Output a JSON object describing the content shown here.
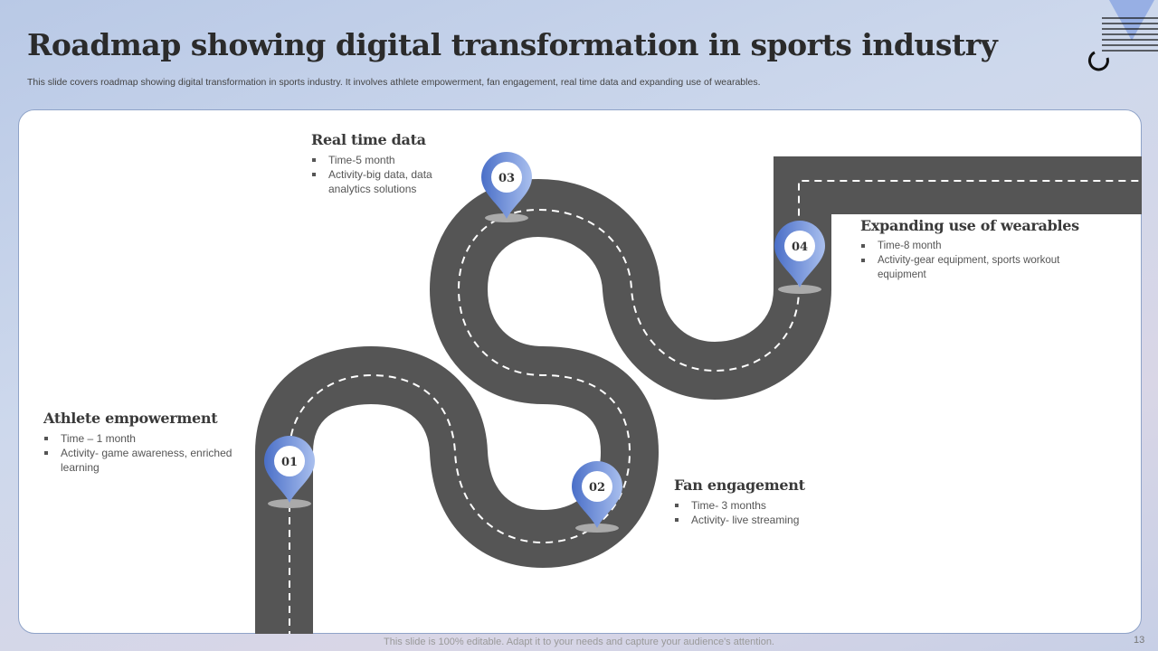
{
  "header": {
    "title": "Roadmap showing digital transformation in sports industry",
    "subtitle": "This slide covers roadmap showing digital transformation in sports industry. It involves athlete empowerment, fan engagement, real time data and expanding use of wearables."
  },
  "milestones": [
    {
      "number": "01",
      "title": "Athlete empowerment",
      "bullets": [
        "Time – 1 month",
        "Activity- game awareness, enriched learning"
      ]
    },
    {
      "number": "02",
      "title": "Fan engagement",
      "bullets": [
        "Time- 3 months",
        "Activity- live streaming"
      ]
    },
    {
      "number": "03",
      "title": "Real time data",
      "bullets": [
        "Time-5 month",
        "Activity-big data, data analytics solutions"
      ]
    },
    {
      "number": "04",
      "title": "Expanding use of wearables",
      "bullets": [
        "Time-8 month",
        "Activity-gear equipment, sports workout equipment"
      ]
    }
  ],
  "colors": {
    "road": "#555555",
    "pin": "#4f78d0",
    "accent": "#8fa3c8"
  },
  "footer": {
    "note": "This slide is 100% editable. Adapt it to your needs and capture your audience's attention.",
    "page": "13"
  }
}
